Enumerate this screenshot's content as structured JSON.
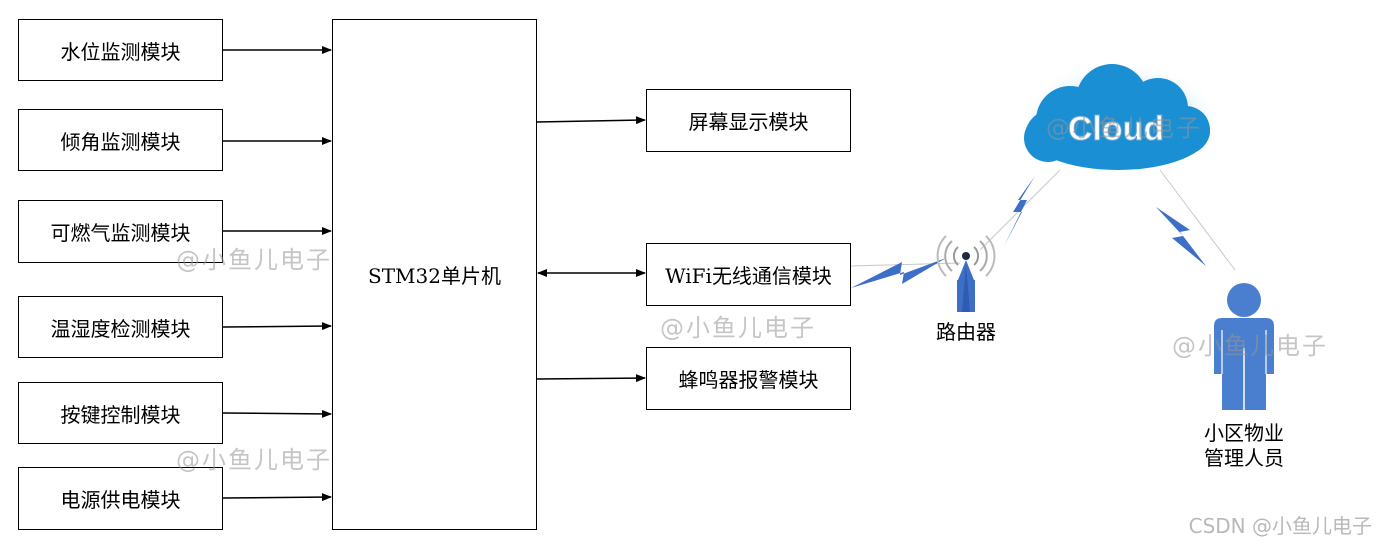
{
  "modules_left": [
    {
      "label": "水位监测模块"
    },
    {
      "label": "倾角监测模块"
    },
    {
      "label": "可燃气监测模块"
    },
    {
      "label": "温湿度检测模块"
    },
    {
      "label": "按键控制模块"
    },
    {
      "label": "电源供电模块"
    }
  ],
  "mcu": {
    "label": "STM32单片机"
  },
  "modules_right": [
    {
      "label": "屏幕显示模块"
    },
    {
      "label": "WiFi无线通信模块"
    },
    {
      "label": "蜂鸣器报警模块"
    }
  ],
  "router": {
    "label": "路由器",
    "icon": "router-antenna-icon"
  },
  "cloud": {
    "label": "Cloud",
    "icon": "cloud-icon",
    "color": "#1a8fd4"
  },
  "person": {
    "line1": "小区物业",
    "line2": "管理人员",
    "icon": "person-icon",
    "color": "#4a7fd0"
  },
  "lightning_color": "#3e6fc7",
  "watermarks": [
    "@小鱼儿电子",
    "@小鱼儿电子",
    "@小鱼儿电子",
    "@小鱼儿电子",
    "@小鱼儿电子"
  ],
  "footer": "CSDN @小鱼儿电子"
}
